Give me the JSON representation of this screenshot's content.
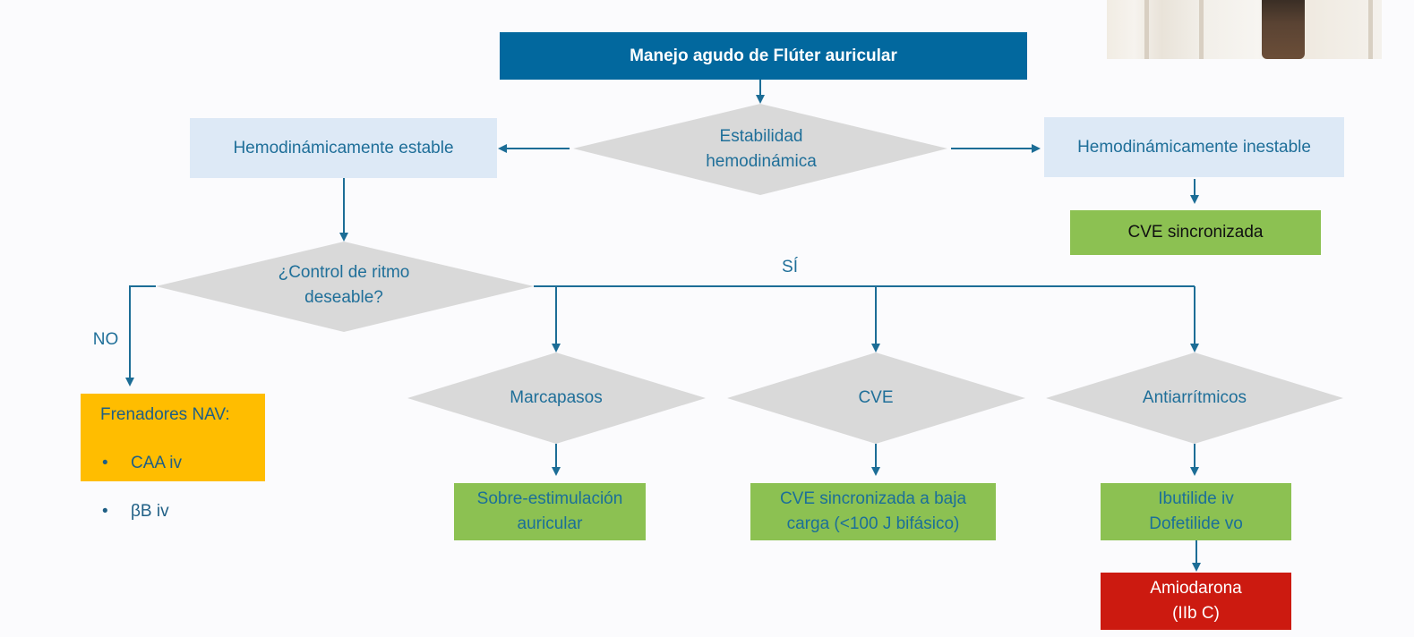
{
  "title": "Manejo agudo de Flúter auricular",
  "decision_stability": "Estabilidad\nhemodinámica",
  "stable": "Hemodinámicamente estable",
  "unstable": "Hemodinámicamente inestable",
  "cve_sincronizada": "CVE sincronizada",
  "decision_rhythm": "¿Control de ritmo\ndeseable?",
  "label_si": "SÍ",
  "label_no": "NO",
  "rate_control": {
    "title": "Frenadores NAV:",
    "items": [
      "CAA iv",
      "βB iv"
    ]
  },
  "option_pacemaker": "Marcapasos",
  "option_cve": "CVE",
  "option_antiarrhythmics": "Antiarrítmicos",
  "result_pacemaker": "Sobre-estimulación\nauricular",
  "result_cve": "CVE sincronizada a baja\ncarga (<100 J bifásico)",
  "result_antiarrhythmics": "Ibutilide iv\nDofetilide vo",
  "result_amiodarone": "Amiodarona\n(IIb C)",
  "colors": {
    "title_fill": "#02689e",
    "blue_fill": "#dde9f6",
    "diamond_fill": "#d9d9d9",
    "green_fill": "#8cc152",
    "orange_fill": "#ffbd00",
    "red_fill": "#cc1a10",
    "line": "#1c6d96"
  }
}
